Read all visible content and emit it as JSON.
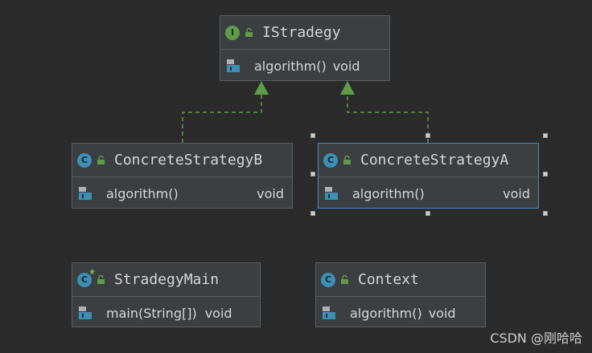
{
  "diagram": {
    "nodes": {
      "istradegy": {
        "kind_letter": "I",
        "title": "IStradegy",
        "member_name": "algorithm()",
        "member_type": "void"
      },
      "concrete_b": {
        "kind_letter": "C",
        "title": "ConcreteStrategyB",
        "member_name": "algorithm()",
        "member_type": "void"
      },
      "concrete_a": {
        "kind_letter": "C",
        "title": "ConcreteStrategyA",
        "member_name": "algorithm()",
        "member_type": "void"
      },
      "stradegy_main": {
        "kind_letter": "C",
        "title": "StradegyMain",
        "member_name": "main(String[])",
        "member_type": "void"
      },
      "context": {
        "kind_letter": "C",
        "title": "Context",
        "member_name": "algorithm()",
        "member_type": "void"
      }
    },
    "relations": [
      {
        "from": "ConcreteStrategyB",
        "to": "IStradegy",
        "type": "realization"
      },
      {
        "from": "ConcreteStrategyA",
        "to": "IStradegy",
        "type": "realization"
      }
    ]
  },
  "colors": {
    "background": "#2b2b2b",
    "node_fill": "#3c3f41",
    "node_border": "#5a5d5f",
    "selection_border": "#4a88c7",
    "relation_line": "#5f9c48"
  },
  "watermark": "CSDN @刚哈哈"
}
